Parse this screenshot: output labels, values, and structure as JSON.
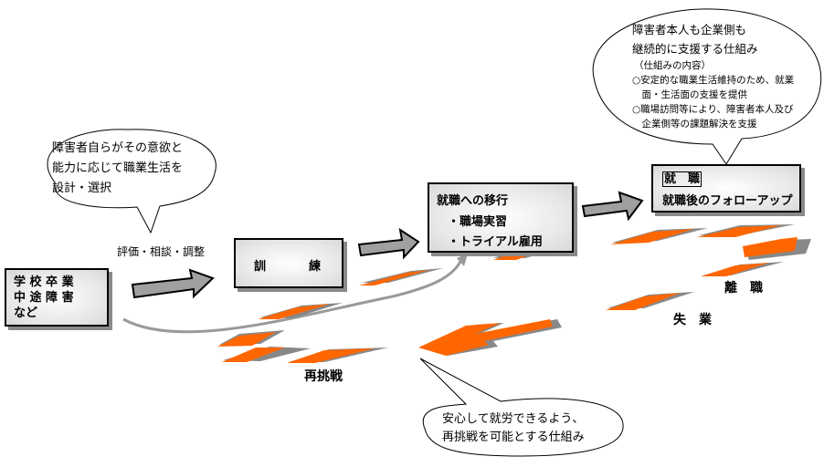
{
  "diagram": {
    "start_box": {
      "lines": [
        "学 校 卒 業",
        "中 途 障 害",
        "など"
      ]
    },
    "assessment_label": "評価・相談・調整",
    "training_box": {
      "left": "訓",
      "right": "練"
    },
    "transition_box": {
      "title": "就職への移行",
      "items": [
        "・職場実習",
        "・トライアル雇用"
      ]
    },
    "employment_box": {
      "title": "就　職",
      "subtitle": "就職後のフォローアップ"
    },
    "bubble_self_choice": {
      "lines": [
        "障害者自らがその意欲と",
        "能力に応じて職業生活を",
        "設計・選択"
      ]
    },
    "bubble_support": {
      "lines": [
        "障害者本人も企業側も",
        "継続的に支援する仕組み"
      ],
      "detail_title": "（仕組みの内容）",
      "detail_lines": [
        "○安定的な職業生活維持のため、就業",
        "　面・生活面の支援を提供",
        "○職場訪問等により、障害者本人及び",
        "　企業側等の課題解決を支援"
      ]
    },
    "bubble_retry": {
      "lines": [
        "安心して就労できるよう、",
        "再挑戦を可能とする仕組み"
      ]
    },
    "labels": {
      "resignation": "離　職",
      "unemployment": "失　業",
      "retry": "再挑戦"
    },
    "colors": {
      "orange": "#ff6600",
      "shadow": "#888888",
      "arrow_fill": "#a0a0a0"
    }
  }
}
